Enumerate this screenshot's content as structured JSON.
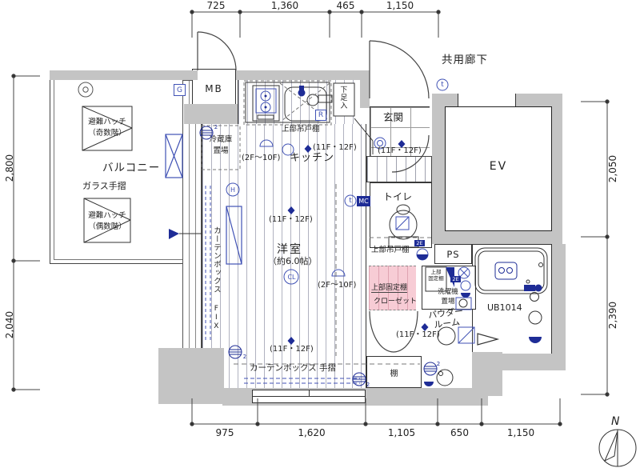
{
  "colors": {
    "wall": "#c4c4c4",
    "line": "#333333",
    "blue": "#4052b5",
    "navy": "#1e2c96",
    "closet_pink": "#f7ccd5"
  },
  "dims": {
    "top": [
      "725",
      "1,360",
      "465",
      "1,150"
    ],
    "bottom": [
      "975",
      "1,620",
      "1,105",
      "650",
      "1,150"
    ],
    "left": [
      "2,800",
      "2,040"
    ],
    "right": [
      "2,050",
      "2,390"
    ]
  },
  "labels": {
    "corridor": "共用廊下",
    "balcony": "バルコニー",
    "glass_rail": "ガラス手摺",
    "hatch_odd_line1": "避難ハッチ",
    "hatch_odd_line2": "（奇数階）",
    "hatch_even_line1": "避難ハッチ",
    "hatch_even_line2": "（偶数階）",
    "mb": "MB",
    "ev": "EV",
    "entrance": "玄関",
    "shoe_cabinet": "下足入",
    "kitchen": "キッチン",
    "kitchen_upper_cupboard": "上部吊戸棚",
    "fridge_line1": "冷蔵庫",
    "fridge_line2": "置場",
    "living": "洋室",
    "living_size": "（約6.0帖）",
    "toilet": "トイレ",
    "toilet_upper_cupboard": "上部吊戸棚",
    "ps": "PS",
    "closet_shelf": "上部固定棚",
    "closet": "クローゼット",
    "laundry_shelf_line1": "上部",
    "laundry_shelf_line2": "固定棚",
    "laundry_line1": "洗濯機",
    "laundry_line2": "置場",
    "powder_line1": "パウダー",
    "powder_line2": "ルーム",
    "bath": "UB1014",
    "shelf": "棚",
    "curtain_rail": "カーテンボックス 手摺",
    "curtain_box_side": "カーテンボックス",
    "fix": "FIX",
    "floors_low": "(2F～10F)",
    "floors_high": "(11F・12F)",
    "north": "N"
  },
  "markers": {
    "g": "G",
    "r": "R",
    "h": "H",
    "t": "t",
    "mc": "MC",
    "cl": "CL",
    "e2": "2E",
    "two": "2"
  }
}
